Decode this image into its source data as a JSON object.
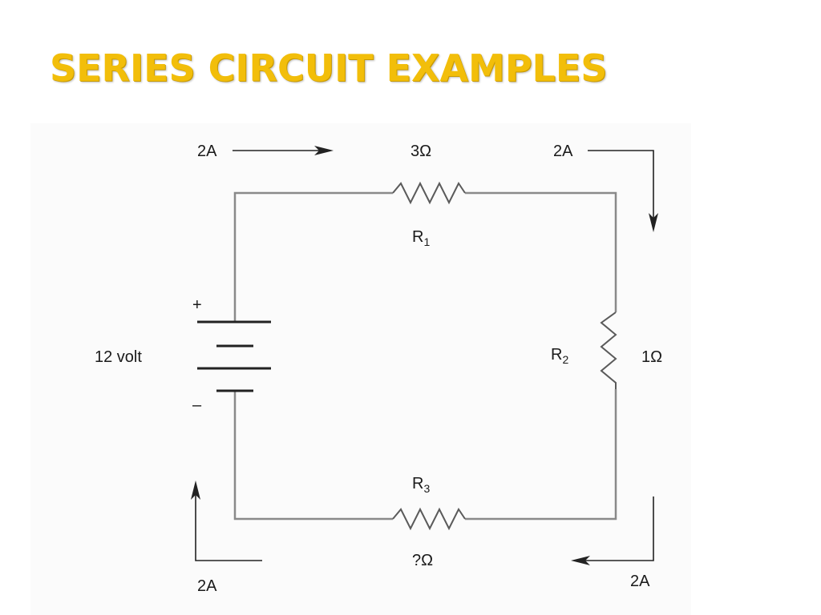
{
  "slide": {
    "title": "SERIES CIRCUIT EXAMPLES"
  },
  "diagram": {
    "battery": {
      "label": "12 volt",
      "plus": "+",
      "minus": "–"
    },
    "resistors": {
      "r1": {
        "name": "R",
        "sub": "1",
        "value": "3Ω"
      },
      "r2": {
        "name": "R",
        "sub": "2",
        "value": "1Ω"
      },
      "r3": {
        "name": "R",
        "sub": "3",
        "value": "?Ω"
      }
    },
    "currents": {
      "top_left": "2A",
      "top_right": "2A",
      "bottom_right": "2A",
      "bottom_left": "2A"
    }
  },
  "colors": {
    "title": "#F2BE0A",
    "wire": "#8a8a8a",
    "text": "#1a1a1a"
  }
}
